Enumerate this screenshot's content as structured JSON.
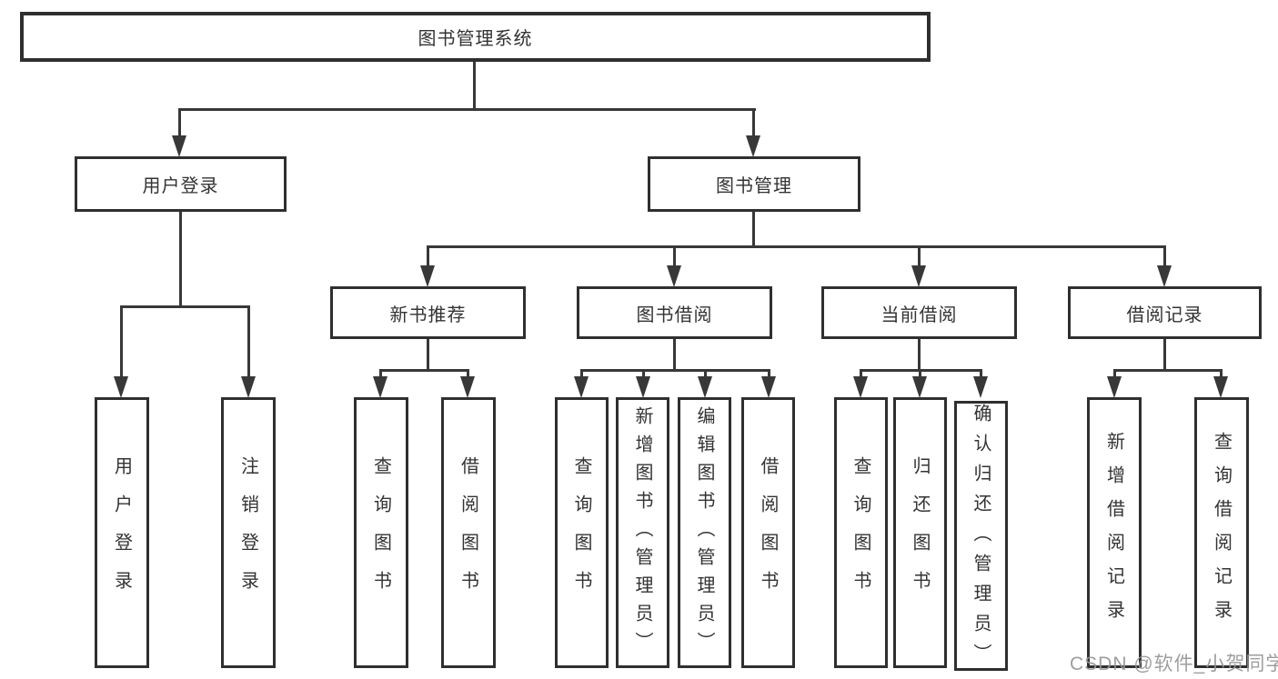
{
  "colors": {
    "line": "#383838",
    "box_border": "#2f2f2f",
    "text": "#333333",
    "background": "#ffffff",
    "watermark": "#969696"
  },
  "watermark": {
    "text": "CSDN @软件_小贺同学"
  },
  "diagram": {
    "root": "图书管理系统",
    "branches": [
      {
        "label": "用户登录",
        "leaves": [
          "用户登录",
          "注销登录"
        ]
      },
      {
        "label": "图书管理",
        "groups": [
          {
            "label": "新书推荐",
            "leaves": [
              "查询图书",
              "借阅图书"
            ]
          },
          {
            "label": "图书借阅",
            "leaves": [
              "查询图书",
              "新增图书（管理员）",
              "编辑图书（管理员）",
              "借阅图书"
            ]
          },
          {
            "label": "当前借阅",
            "leaves": [
              "查询图书",
              "归还图书",
              "确认归还（管理员）"
            ]
          },
          {
            "label": "借阅记录",
            "leaves": [
              "新增借阅记录",
              "查询借阅记录"
            ]
          }
        ]
      }
    ]
  }
}
